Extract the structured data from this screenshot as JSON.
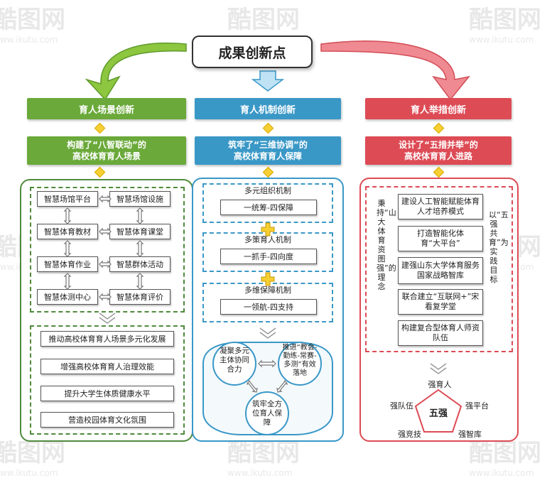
{
  "title": "成果创新点",
  "watermark": {
    "logo": "酷图网",
    "url": "www.ikutu.com"
  },
  "columns": {
    "left": {
      "header": "育人场景创新",
      "sub_line1": "构建了“八智联动”的",
      "sub_line2": "高校体育育人场景",
      "grid": [
        "智慧场馆平台",
        "智慧场馆设施",
        "智慧体育教材",
        "智慧体育课堂",
        "智慧体育作业",
        "智慧群体活动",
        "智慧体测中心",
        "智慧体育评价"
      ],
      "outcomes": [
        "推动高校体育育人场景多元化发展",
        "增强高校体育育人治理效能",
        "提升大学生体质健康水平",
        "营造校园体育文化氛围"
      ]
    },
    "middle": {
      "header": "育人机制创新",
      "sub_line1": "筑牢了“三维协调”的",
      "sub_line2": "高校体育育人保障",
      "groups": [
        {
          "title": "多元组织机制",
          "item": "一统筹-四保障"
        },
        {
          "title": "多策育人机制",
          "item": "一抓手-四向度"
        },
        {
          "title": "多维保障机制",
          "item": "一领航-四支持"
        }
      ],
      "circle_left": "凝聚多元主体协同合力",
      "circle_right": "推进“教会-勤练-常赛-多测”有效落地",
      "circle_bottom": "筑牢全方位育人保障"
    },
    "right": {
      "header": "育人举措创新",
      "sub_line1": "设计了“五措并举”的",
      "sub_line2": "高校体育育人进路",
      "left_vertical": "秉持“山大体育资图强”的理念",
      "right_vertical": "以“五强共育”为实践目标",
      "items": [
        "建设人工智能赋能体育人才培养模式",
        "打造智能化体育“大平台”",
        "建强山东大学体育服务国家战略智库",
        "联合建立“互联网+”宋看复学堂",
        "构建复合型体育人师资队伍"
      ],
      "pentagon_center": "五强",
      "pentagon_labels": [
        "强育人",
        "强平台",
        "强智库",
        "强竞技",
        "强队伍"
      ]
    }
  },
  "colors": {
    "green": "#6aa93a",
    "blue": "#3a98c7",
    "red": "#dd4b55",
    "diamond": "#f6cf33"
  }
}
